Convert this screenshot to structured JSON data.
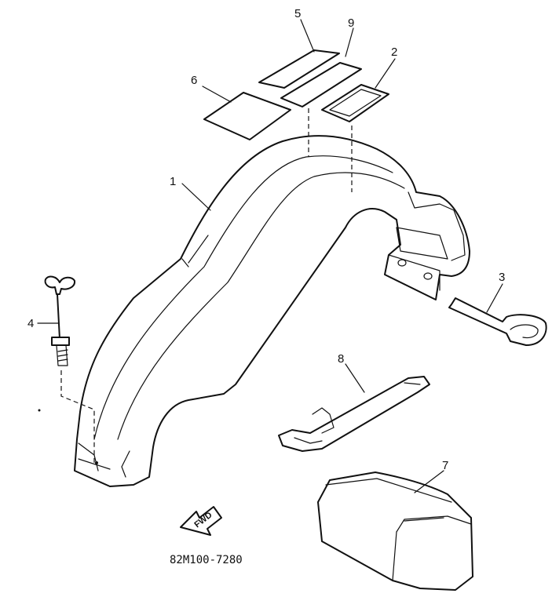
{
  "diagram": {
    "callouts": [
      "1",
      "2",
      "3",
      "4",
      "5",
      "6",
      "7",
      "8",
      "9"
    ],
    "fwd_label": "FWD",
    "part_code": "82M100-7280"
  },
  "colors": {
    "ink": "#111111",
    "background": "#ffffff"
  }
}
